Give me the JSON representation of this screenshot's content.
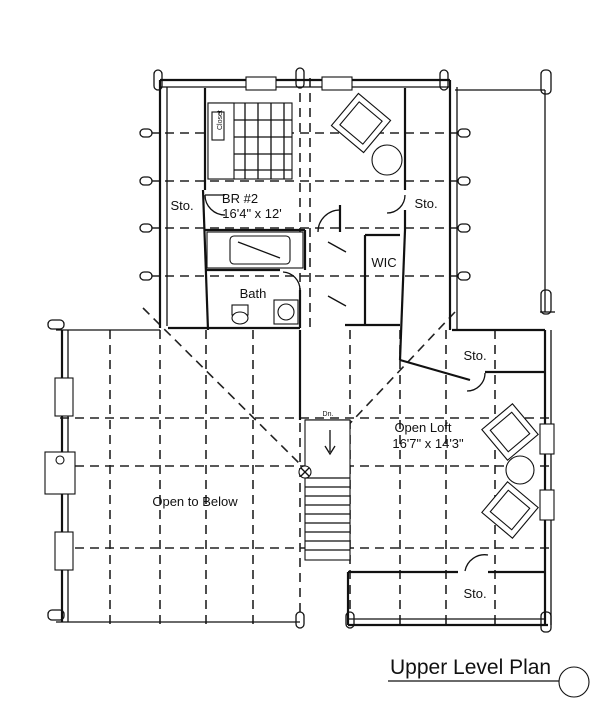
{
  "plan": {
    "title": "Upper Level Plan",
    "rooms": {
      "br2_name": "BR #2",
      "br2_size": "16'4\" x 12'",
      "bath": "Bath",
      "wic": "WIC",
      "sto_left": "Sto.",
      "sto_right": "Sto.",
      "sto_mid": "Sto.",
      "sto_bottom": "Sto.",
      "loft_name": "Open Loft",
      "loft_size": "16'7\" x 14'3\"",
      "open_below": "Open to Below"
    },
    "fixtures": {
      "dn": "Dn.",
      "closet": "Closet"
    }
  }
}
